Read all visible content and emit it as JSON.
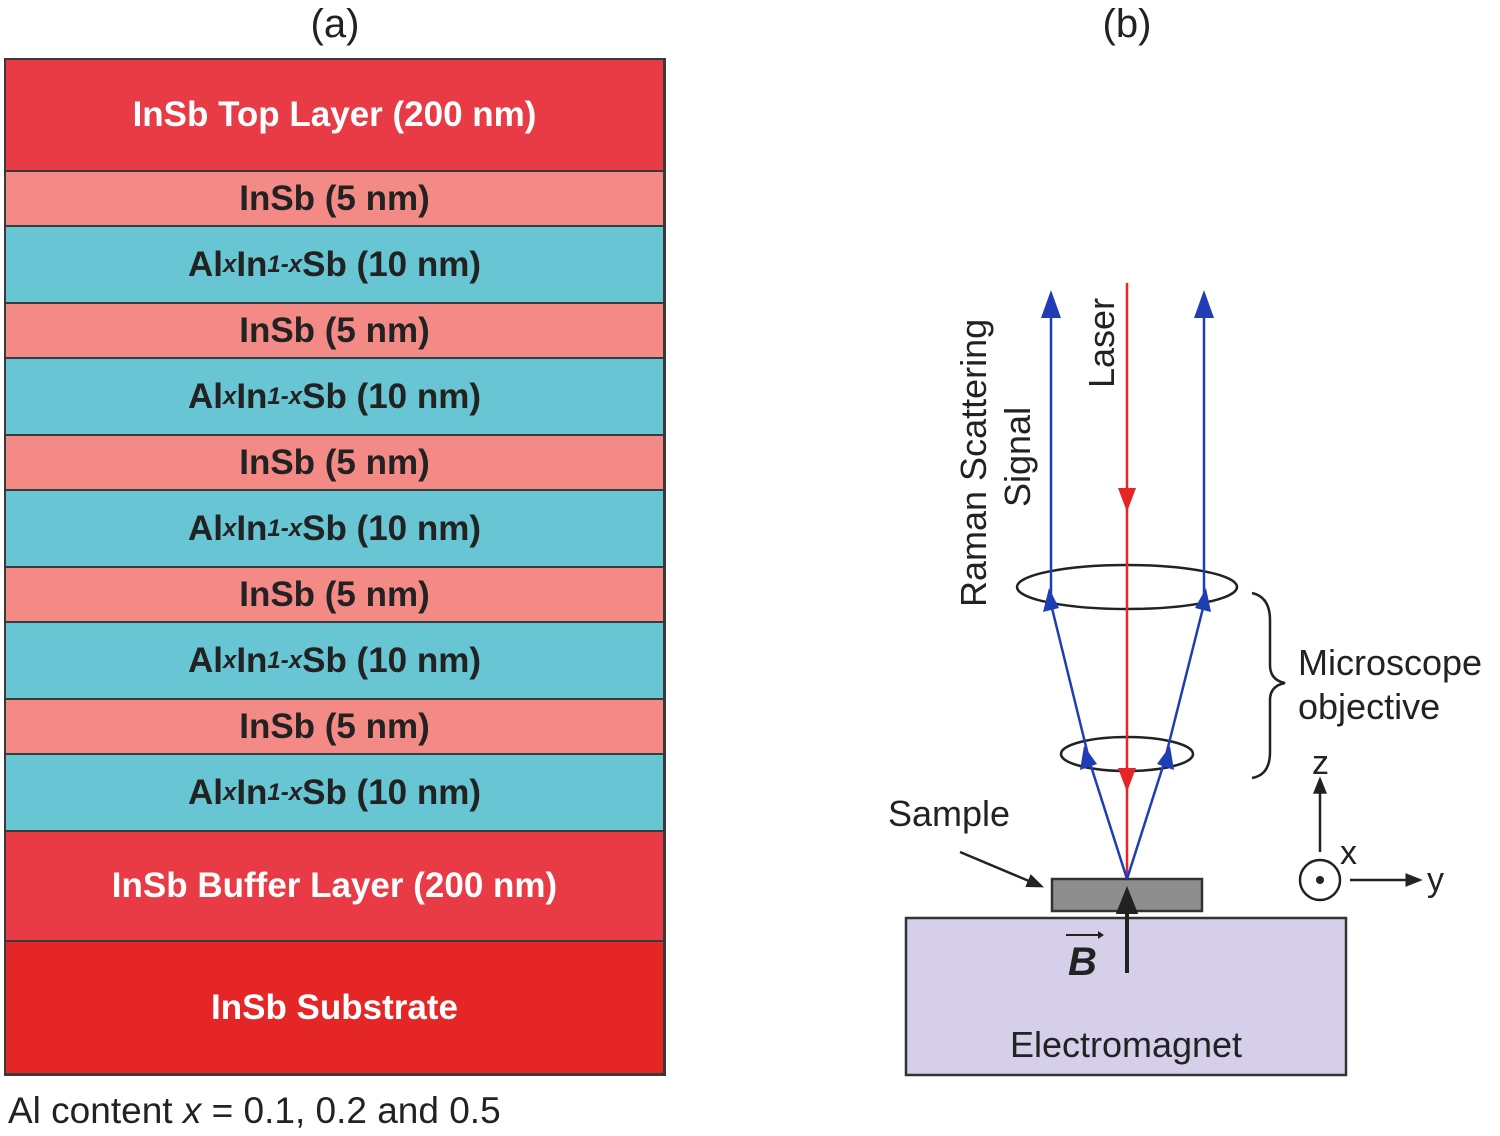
{
  "panels": {
    "a": "(a)",
    "b": "(b)"
  },
  "colors": {
    "top_layer": "#e83b45",
    "well": "#f38a86",
    "barrier": "#68c5d3",
    "substrate": "#e42726",
    "beam_signal": "#1f3db5",
    "laser": "#e42726",
    "sample": "#8e8e8e",
    "electromagnet": "#d5cfea"
  },
  "stack": {
    "layers": [
      {
        "label": "InSb Top Layer (200 nm)",
        "kind": "top"
      },
      {
        "label": "InSb (5 nm)",
        "kind": "well"
      },
      {
        "label_pre": "Al",
        "sub1": "x",
        "mid": "In",
        "sub2": "1-x",
        "label_post": "Sb (10 nm)",
        "kind": "barrier"
      },
      {
        "label": "InSb (5 nm)",
        "kind": "well"
      },
      {
        "label_pre": "Al",
        "sub1": "x",
        "mid": "In",
        "sub2": "1-x",
        "label_post": "Sb (10 nm)",
        "kind": "barrier"
      },
      {
        "label": "InSb (5 nm)",
        "kind": "well"
      },
      {
        "label_pre": "Al",
        "sub1": "x",
        "mid": "In",
        "sub2": "1-x",
        "label_post": "Sb (10 nm)",
        "kind": "barrier"
      },
      {
        "label": "InSb (5 nm)",
        "kind": "well"
      },
      {
        "label_pre": "Al",
        "sub1": "x",
        "mid": "In",
        "sub2": "1-x",
        "label_post": "Sb (10 nm)",
        "kind": "barrier"
      },
      {
        "label": "InSb (5 nm)",
        "kind": "well"
      },
      {
        "label_pre": "Al",
        "sub1": "x",
        "mid": "In",
        "sub2": "1-x",
        "label_post": "Sb (10 nm)",
        "kind": "barrier"
      },
      {
        "label": "InSb Buffer Layer (200 nm)",
        "kind": "buffer"
      },
      {
        "label": "InSb Substrate",
        "kind": "substrate"
      }
    ]
  },
  "note": {
    "prefix": "Al content ",
    "var": "x",
    "suffix": " = 0.1, 0.2 and 0.5"
  },
  "setup": {
    "raman_line1": "Raman Scattering",
    "raman_line2": "Signal",
    "laser": "Laser",
    "objective_line1": "Microscope",
    "objective_line2": "objective",
    "sample": "Sample",
    "field": "B",
    "electromagnet": "Electromagnet",
    "axis_z": "z",
    "axis_x": "x",
    "axis_y": "y"
  }
}
